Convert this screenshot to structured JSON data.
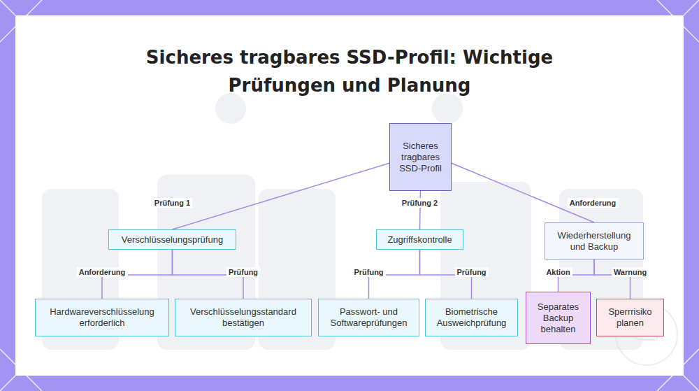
{
  "diagram": {
    "title": "Sicheres tragbares SSD-Profil: Wichtige Prüfungen und Planung",
    "nodes": [
      {
        "text": [
          "Sicheres tragbares SSD-Profil"
        ]
      },
      {
        "text": [
          "Verschlüsselungsprüfung"
        ]
      },
      {
        "text": [
          "Zugriffskontrolle"
        ]
      },
      {
        "text": [
          "Wiederherstellung und Backup"
        ]
      },
      {
        "text": [
          "Hardwareverschlüsselung erforderlich"
        ]
      },
      {
        "text": [
          "Verschlüsselungsstandard bestätigen"
        ]
      },
      {
        "text": [
          "Passwort- und Softwareprüfungen"
        ]
      },
      {
        "text": [
          "Biometrische Ausweichprüfung"
        ]
      },
      {
        "text": [
          "Separates Backup behalten"
        ]
      },
      {
        "text": [
          "Sperrrisiko planen"
        ]
      }
    ],
    "edges": [
      {
        "from": 0,
        "to": 1,
        "label": "Prüfung 1",
        "arrow": "none"
      },
      {
        "from": 0,
        "to": 2,
        "label": "Prüfung 2",
        "arrow": "none"
      },
      {
        "from": 0,
        "to": 3,
        "label": "Anforderung",
        "arrow": "none"
      },
      {
        "from": 1,
        "to": 4,
        "label": "Anforderung",
        "arrow": "none"
      },
      {
        "from": 1,
        "to": 5,
        "label": "Prüfung",
        "arrow": "none"
      },
      {
        "from": 2,
        "to": 6,
        "label": "Prüfung",
        "arrow": "none"
      },
      {
        "from": 2,
        "to": 7,
        "label": "Prüfung",
        "arrow": "none"
      },
      {
        "from": 3,
        "to": 8,
        "label": "Aktion",
        "arrow": "none"
      },
      {
        "from": 3,
        "to": 9,
        "label": "Warnung",
        "arrow": "none"
      }
    ]
  }
}
